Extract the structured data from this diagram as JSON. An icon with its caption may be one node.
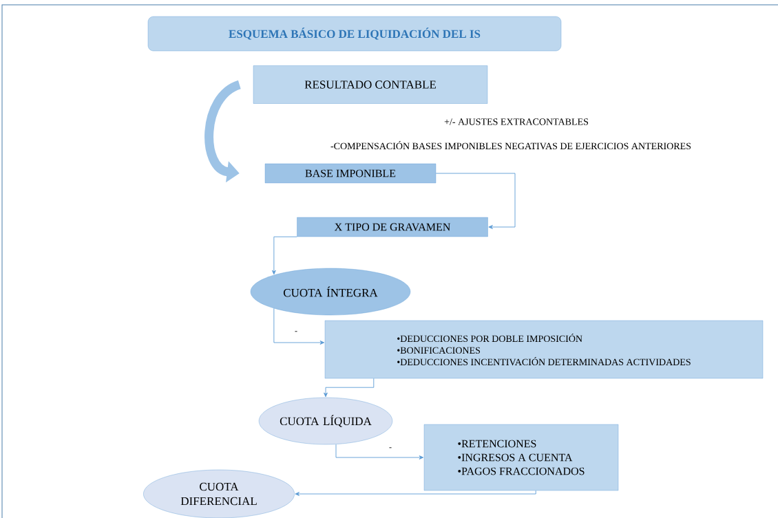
{
  "diagram": {
    "nodes": [
      {
        "text": [
          "ESQUEMA BÁSICO DE LIQUIDACIÓN DEL IS"
        ]
      },
      {
        "text": [
          "RESULTADO CONTABLE"
        ]
      },
      {
        "text": [
          "BASE IMPONIBLE"
        ]
      },
      {
        "text": [
          "X TIPO DE GRAVAMEN"
        ]
      },
      {
        "text": [
          "CUOTA ÍNTEGRA"
        ]
      },
      {
        "text": [
          "•DEDUCCIONES POR DOBLE IMPOSICIÓN",
          "•BONIFICACIONES",
          "•DEDUCCIONES INCENTIVACIÓN DETERMINADAS ACTIVIDADES"
        ]
      },
      {
        "text": [
          "CUOTA LÍQUIDA"
        ]
      },
      {
        "text": [
          "•RETENCIONES",
          "•INGRESOS A CUENTA",
          "•PAGOS FRACCIONADOS"
        ]
      },
      {
        "text": [
          "CUOTA DIFERENCIAL"
        ]
      }
    ],
    "edges": [
      {
        "from": 1,
        "to": 2,
        "arrow": "to",
        "style": "thick"
      },
      {
        "from": 2,
        "to": 3,
        "arrow": "to"
      },
      {
        "from": 3,
        "to": 4,
        "arrow": "to"
      },
      {
        "from": 4,
        "to": 5,
        "arrow": "to",
        "label": "-"
      },
      {
        "from": 5,
        "to": 6,
        "arrow": "to"
      },
      {
        "from": 6,
        "to": 7,
        "arrow": "to",
        "label": "-"
      },
      {
        "from": 7,
        "to": 8,
        "arrow": "to"
      }
    ],
    "labels": [
      "+/- AJUSTES EXTRACONTABLES",
      "-COMPENSACIÓN BASES IMPONIBLES NEGATIVAS DE EJERCICIOS ANTERIORES"
    ]
  }
}
